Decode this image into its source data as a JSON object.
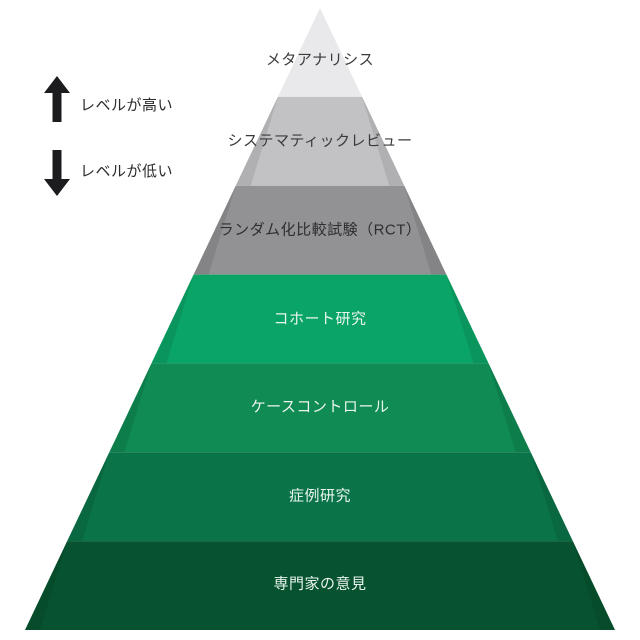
{
  "background": "#FFFFFF",
  "pyramid": {
    "tiers": [
      {
        "label": "メタアナリシス",
        "color": "#E9E9EB",
        "text_color": "#3A3A3C"
      },
      {
        "label": "システマティックレビュー",
        "color": "#C2C2C4",
        "text_color": "#3A3A3C"
      },
      {
        "label": "ランダム化比較試験（RCT）",
        "color": "#929294",
        "text_color": "#2E2E30"
      },
      {
        "label": "コホート研究",
        "color": "#0AA466",
        "text_color": "#EAF5EF"
      },
      {
        "label": "ケースコントロール",
        "color": "#0F8B53",
        "text_color": "#EAF5EF"
      },
      {
        "label": "症例研究",
        "color": "#0A7347",
        "text_color": "#EAF5EF"
      },
      {
        "label": "専門家の意見",
        "color": "#07532F",
        "text_color": "#EAF5EF"
      }
    ]
  },
  "legend": {
    "arrow_color": "#1C1C1E",
    "high": {
      "icon": "arrow-up-icon",
      "label": "レベルが高い"
    },
    "low": {
      "icon": "arrow-down-icon",
      "label": "レベルが低い"
    }
  }
}
